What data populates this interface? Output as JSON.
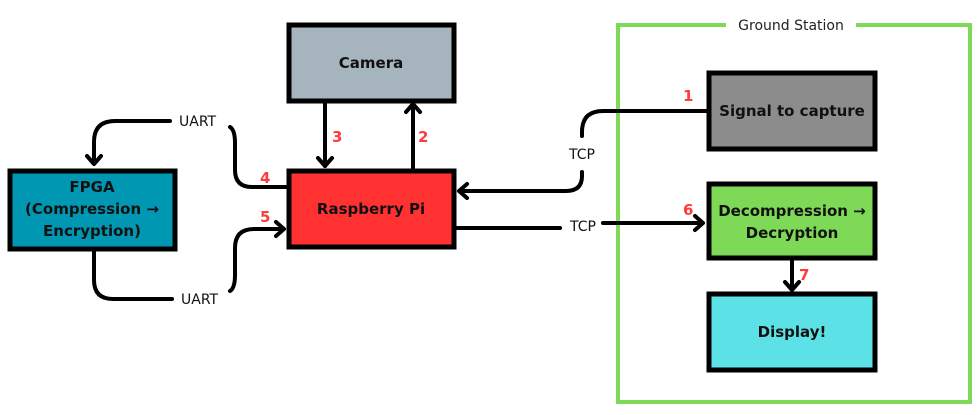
{
  "group": {
    "label": "Ground Station",
    "color": "#7ed957"
  },
  "nodes": {
    "camera": {
      "label": "Camera",
      "color": "#a6b4bd"
    },
    "raspberry_pi": {
      "label": "Raspberry Pi",
      "color": "#ff3131"
    },
    "fpga": {
      "lines": [
        "FPGA",
        "(Compression →",
        "Encryption)"
      ],
      "color": "#0097b2"
    },
    "signal": {
      "label": "Signal to capture",
      "color": "#8c8c8c"
    },
    "decomp": {
      "lines": [
        "Decompression →",
        "Decryption"
      ],
      "color": "#7ed957"
    },
    "display": {
      "label": "Display!",
      "color": "#5ce1e6"
    }
  },
  "edges": {
    "uart_top": "UART",
    "uart_bottom": "UART",
    "tcp_in": "TCP",
    "tcp_out": "TCP"
  },
  "steps": [
    "1",
    "2",
    "3",
    "4",
    "5",
    "6",
    "7"
  ],
  "step_color": "#ff3b3b"
}
